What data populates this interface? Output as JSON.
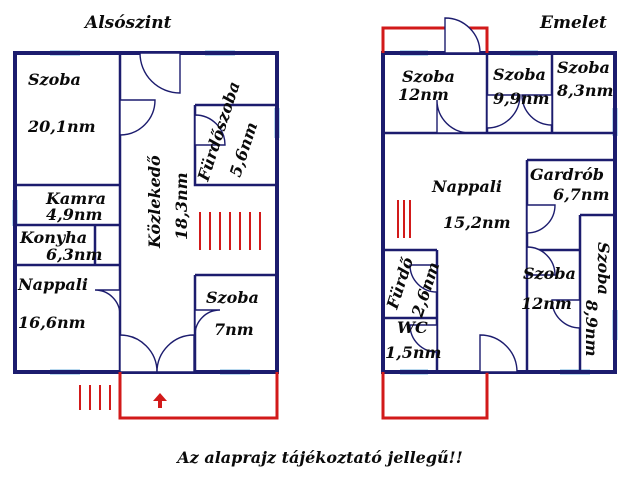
{
  "ground_floor": {
    "title": "Alsószint",
    "rooms": [
      {
        "name": "Szoba",
        "area": "20,1nm"
      },
      {
        "name": "Kamra",
        "area": "4,9nm"
      },
      {
        "name": "Konyha",
        "area": "6,3nm"
      },
      {
        "name": "Nappali",
        "area": "16,6nm"
      },
      {
        "name": "Közlekedő",
        "area": "18,3nm"
      },
      {
        "name": "Fürdőszoba",
        "area": "5,6nm"
      },
      {
        "name": "Szoba",
        "area": "7nm"
      }
    ]
  },
  "upper_floor": {
    "title": "Emelet",
    "rooms": [
      {
        "name": "Szoba",
        "area": "12nm"
      },
      {
        "name": "Szoba",
        "area": "9,9nm"
      },
      {
        "name": "Szoba",
        "area": "8,3nm"
      },
      {
        "name": "Nappali",
        "area": "15,2nm"
      },
      {
        "name": "Gardrób",
        "area": "6,7nm"
      },
      {
        "name": "Fürdő",
        "area": "2,6nm"
      },
      {
        "name": "WC",
        "area": "1,5nm"
      },
      {
        "name": "Szoba",
        "area": "12nm"
      },
      {
        "name": "Szoba",
        "area": "8,9nm"
      }
    ]
  },
  "disclaimer": "Az alaprajz tájékoztató jellegű!!",
  "colors": {
    "wall": "#1c1c6e",
    "window": "#b8d8ee",
    "accent": "#d21a1a"
  }
}
